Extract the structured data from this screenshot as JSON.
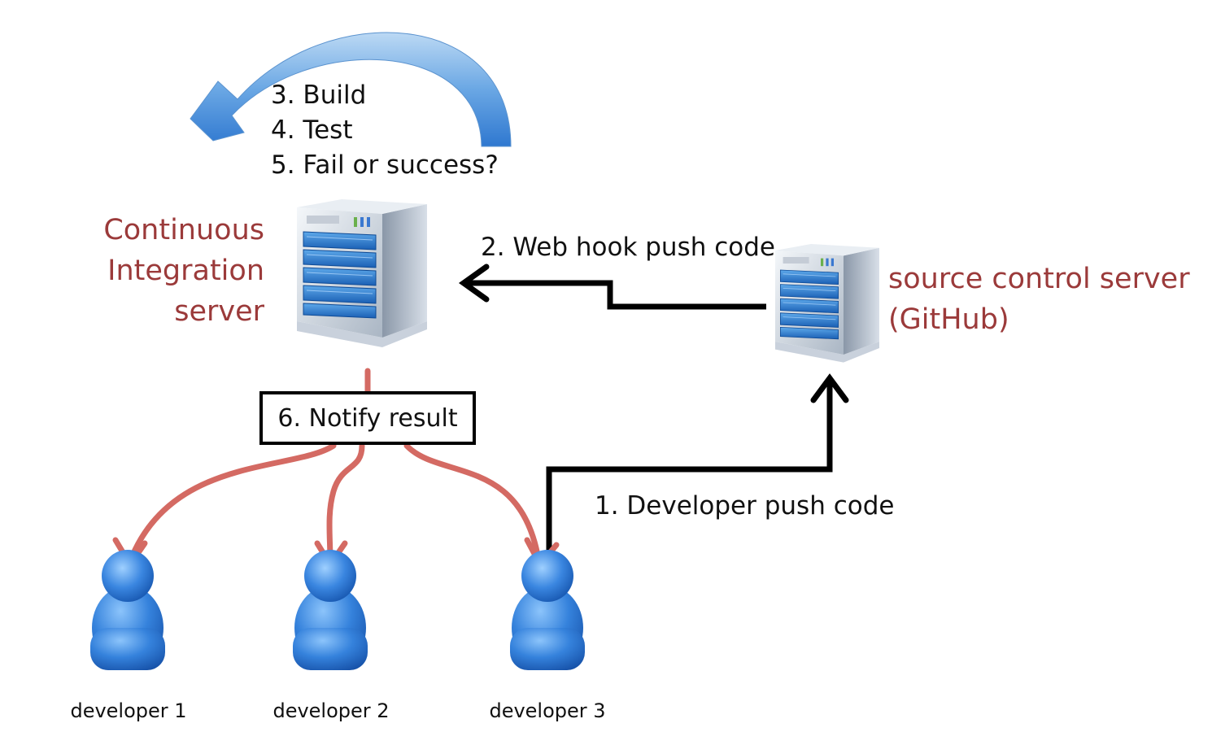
{
  "steps": {
    "build": "3. Build",
    "test": "4. Test",
    "result": "5. Fail or success?"
  },
  "ci_server": {
    "line1": "Continuous",
    "line2": "Integration",
    "line3": "server"
  },
  "source_control": {
    "line1": "source control server",
    "line2": "(GitHub)"
  },
  "arrows": {
    "webhook": "2. Web hook push code",
    "developer_push": "1. Developer push code",
    "notify": "6. Notify result"
  },
  "developers": [
    {
      "label": "developer 1"
    },
    {
      "label": "developer 2"
    },
    {
      "label": "developer 3"
    }
  ],
  "colors": {
    "accent_red": "#9b3a3a",
    "notify_arrow": "#d46a63",
    "loop_arrow": "#4a8fd6",
    "push_arrow": "#000000",
    "person_blue": "#2f78d8"
  },
  "icons": {
    "server": "server-tower-icon",
    "person": "person-icon",
    "loop": "curved-arrow-icon"
  }
}
